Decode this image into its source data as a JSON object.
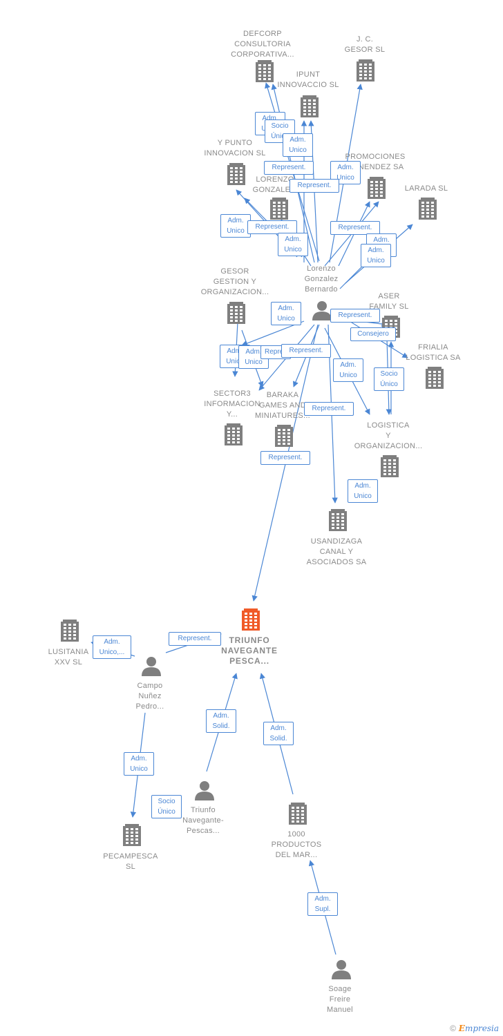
{
  "colors": {
    "edge": "#4a86d4",
    "node_icon": "#7f7f7f",
    "main_node": "#f05a28",
    "label": "#8a8a8a"
  },
  "nodes": [
    {
      "id": "defcorp",
      "type": "company",
      "label": "DEFCORP\nCONSULTORIA\nCORPORATIVA..."
    },
    {
      "id": "jc",
      "type": "company",
      "label": "J. C.\nGESOR  SL"
    },
    {
      "id": "ipunt",
      "type": "company",
      "label": "IPUNT\nINNOVACCIO SL"
    },
    {
      "id": "ypunto",
      "type": "company",
      "label": "Y PUNTO\nINNOVACION SL"
    },
    {
      "id": "beloren",
      "type": "company",
      "label": "BE\nLORENZO\nGONZALE..."
    },
    {
      "id": "promociones",
      "type": "company",
      "label": "PROMOCIONES\nMENENDEZ SA"
    },
    {
      "id": "larada",
      "type": "company",
      "label": "LARADA  SL"
    },
    {
      "id": "gesor",
      "type": "company",
      "label": "GESOR\nGESTION Y\nORGANIZACION..."
    },
    {
      "id": "lorenzo",
      "type": "person",
      "label": "Lorenzo\nGonzalez\nBernardo"
    },
    {
      "id": "aser",
      "type": "company",
      "label": "ASER\nFAMILY SL"
    },
    {
      "id": "frialia",
      "type": "company",
      "label": "FRIALIA\nLOGISTICA SA"
    },
    {
      "id": "sector3",
      "type": "company",
      "label": "SECTOR3\nINFORMACION\nY..."
    },
    {
      "id": "baraka",
      "type": "company",
      "label": "BARAKA\nGAMES AND\nMINIATURES..."
    },
    {
      "id": "logistica",
      "type": "company",
      "label": "LOGISTICA\nY\nORGANIZACION..."
    },
    {
      "id": "usandizaga",
      "type": "company",
      "label": "USANDIZAGA\nCANAL Y\nASOCIADOS SA"
    },
    {
      "id": "triunfo",
      "type": "main",
      "label": "TRIUNFO\nNAVEGANTE\nPESCA..."
    },
    {
      "id": "lusitania",
      "type": "company",
      "label": "LUSITANIA\nXXV  SL"
    },
    {
      "id": "campo",
      "type": "person",
      "label": "Campo\nNuñez\nPedro..."
    },
    {
      "id": "pecampesca",
      "type": "company",
      "label": "PECAMPESCA\nSL"
    },
    {
      "id": "triunfopescas",
      "type": "person",
      "label": "Triunfo\nNavegante-\nPescas..."
    },
    {
      "id": "mil",
      "type": "company",
      "label": "1000\nPRODUCTOS\nDEL MAR..."
    },
    {
      "id": "soage",
      "type": "person",
      "label": "Soage\nFreire\nManuel"
    }
  ],
  "relations": [
    "Adm.\nUnico",
    "Socio\nÚnico",
    "Adm.\nUnico",
    "Represent.",
    "Adm.\nUnico",
    "Represent.",
    "Adm.\nUnico",
    "Represent.",
    "Represent.",
    "Adm.\nUnico",
    "Adm.\nUnico",
    "Adm.\nUnico",
    "Adm.\nUnico",
    "Represent.",
    "Consejero",
    "Adm.\nUnico",
    "Adm.\nUnico",
    "Represent.",
    "Represent.",
    "Adm.\nUnico",
    "Socio\nÚnico",
    "Represent.",
    "Represent.",
    "Adm.\nUnico",
    "Represent.",
    "Adm.\nUnico,...",
    "Adm.\nSolid.",
    "Adm.\nSolid.",
    "Adm.\nUnico",
    "Socio\nÚnico",
    "Adm.\nSupl."
  ],
  "footer": {
    "copyright": "©",
    "brand_initial": "E",
    "brand_rest": "mpresia"
  }
}
